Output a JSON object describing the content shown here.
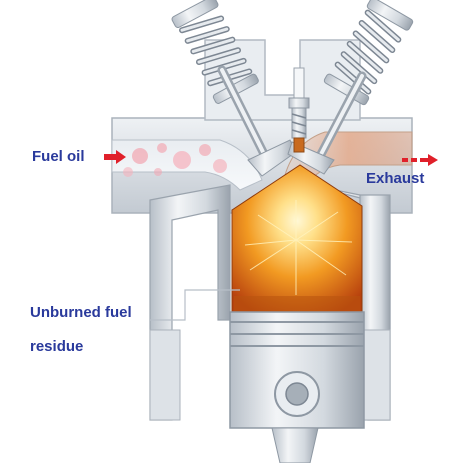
{
  "labels": {
    "fuel_oil": "Fuel oil",
    "exhaust": "Exhaust",
    "unburned_line1": "Unburned fuel",
    "unburned_line2": "residue"
  },
  "colors": {
    "label_text": "#2a3a9c",
    "arrow": "#e0202a",
    "flame_core": "#fff6c8",
    "flame_mid": "#f2a020",
    "flame_edge": "#c24a10",
    "metal_light": "#eef1f4",
    "metal_mid": "#c9d0d8",
    "metal_dark": "#8e98a3",
    "fuel_droplet": "#f2a9b4",
    "exhaust_haze": "#e7b49a"
  },
  "icons": {
    "fuel_arrow": "arrow-right-icon",
    "exhaust_arrow": "dashed-arrow-right-icon"
  }
}
